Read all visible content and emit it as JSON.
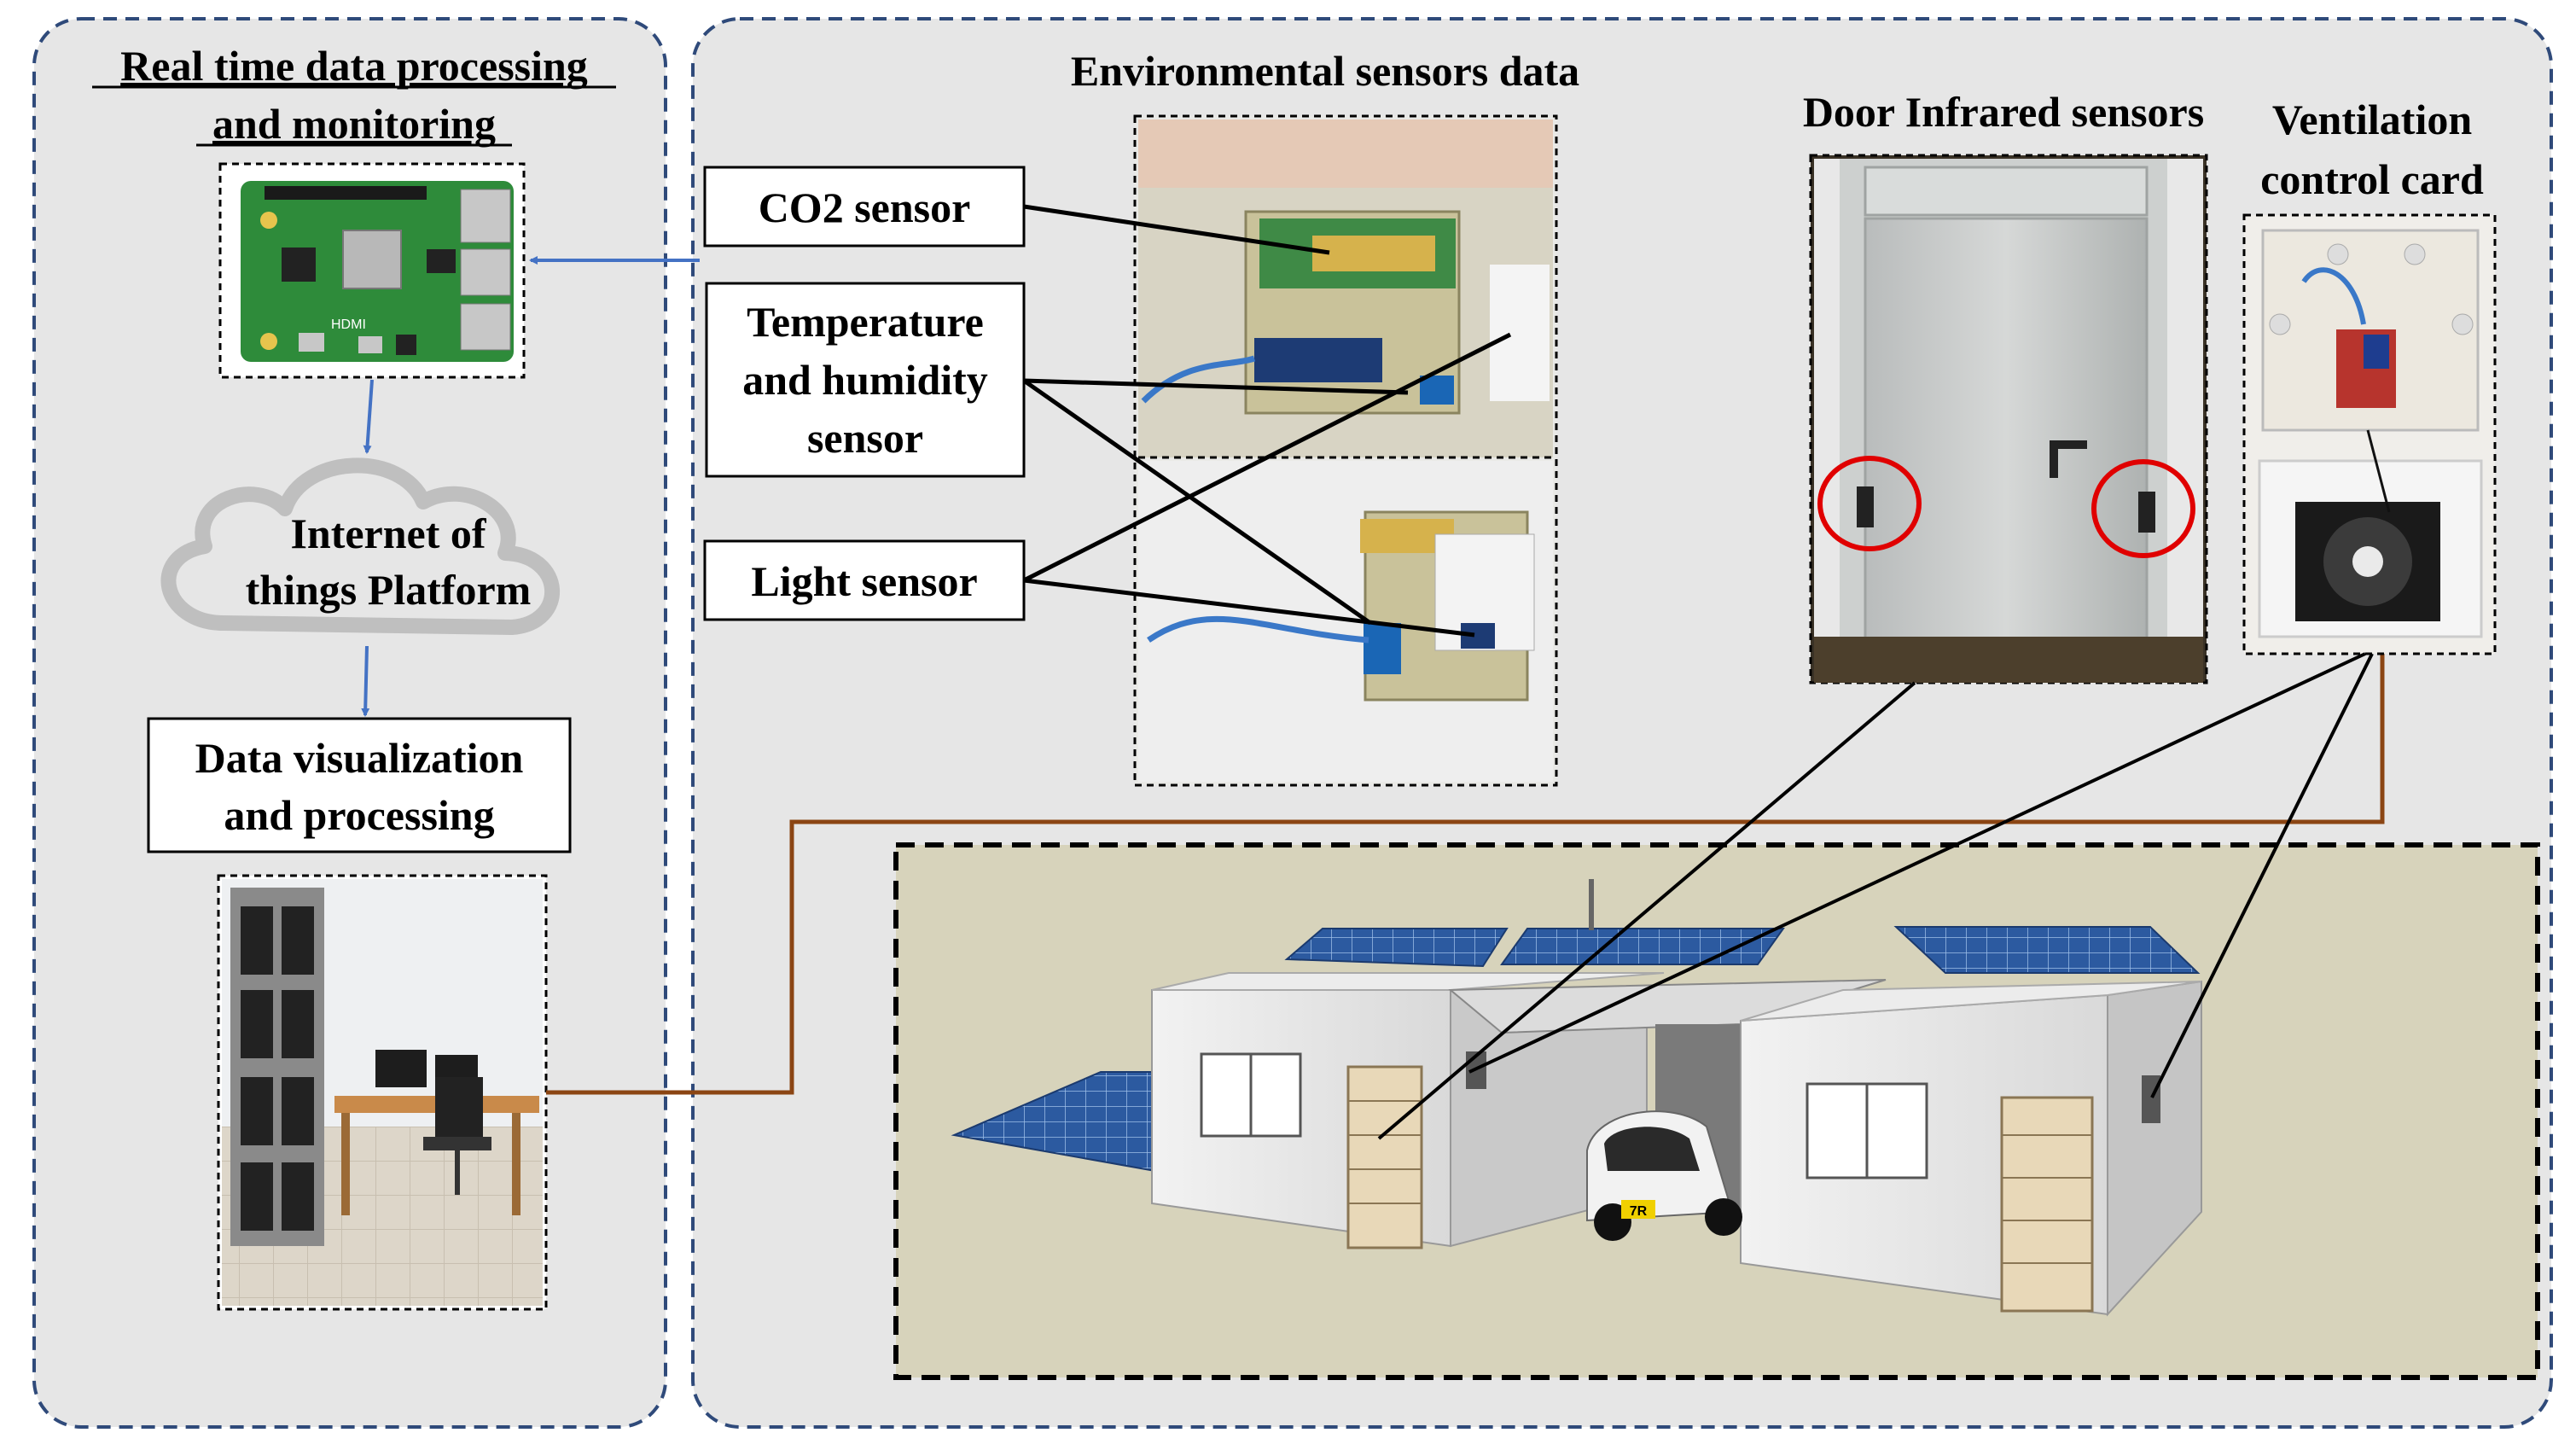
{
  "left_panel": {
    "title_line1": "Real time data processing",
    "title_line2": "and monitoring",
    "cloud_line1": "Internet of",
    "cloud_line2": "things Platform",
    "viz_line1": "Data visualization",
    "viz_line2": "and processing",
    "board_silkscreen": "HDMI"
  },
  "sensors": {
    "title": "Environmental sensors data",
    "co2": "CO2 sensor",
    "temp_line1": "Temperature",
    "temp_line2": "and humidity",
    "temp_line3": "sensor",
    "light": "Light sensor"
  },
  "door": {
    "title": "Door Infrared sensors"
  },
  "ventilation": {
    "title_line1": "Ventilation",
    "title_line2": "control card"
  },
  "house": {
    "car_badge": "7R"
  },
  "colors": {
    "panel_bg": "#e6e6e6",
    "dashed_border": "#2f4a7a",
    "arrow_blue": "#4472c4",
    "wire_brown": "#8b4513",
    "model_bg": "#d7d3bb",
    "pcb_green": "#2e8b3a",
    "solar_blue": "#2c5aa0"
  },
  "icons": [
    "raspberry-pi-board",
    "cloud-shape",
    "server-room-photo",
    "sensor-board-photo",
    "door-photo",
    "ventilation-card-photo",
    "house-3d-model"
  ]
}
